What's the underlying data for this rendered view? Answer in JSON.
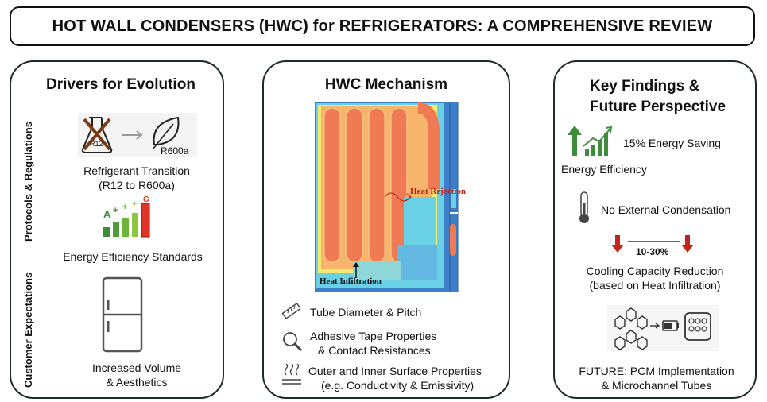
{
  "title": "HOT WALL CONDENSERS (HWC) for REFRIGERATORS: A COMPREHENSIVE REVIEW",
  "left_panel": {
    "title": "Drivers for Evolution",
    "side_labels": [
      "Protocols & Regulations",
      "Customer Expectations"
    ],
    "refrigerant": {
      "old": "R12",
      "new": "R600a",
      "caption_line1": "Refrigerant Transition",
      "caption_line2": "(R12 to R600a)"
    },
    "energy_label": {
      "grades": [
        "A",
        "+",
        "+",
        "+"
      ],
      "top_grade": "G",
      "caption": "Energy Efficiency Standards"
    },
    "fridge": {
      "caption_line1": "Increased Volume",
      "caption_line2": "& Aesthetics"
    }
  },
  "middle_panel": {
    "title": "HWC Mechanism",
    "heat_rejection": "Heat Rejection",
    "heat_infiltration": "Heat Infiltration",
    "items": [
      {
        "icon": "ruler-icon",
        "line1": "Tube Diameter & Pitch",
        "line2": ""
      },
      {
        "icon": "magnifier-icon",
        "line1": "Adhesive Tape Properties",
        "line2": "& Contact Resistances"
      },
      {
        "icon": "heat-surface-icon",
        "line1": "Outer and Inner Surface Properties",
        "line2": "(e.g. Conductivity & Emissivity)"
      }
    ]
  },
  "right_panel": {
    "title_line1": "Key Findings &",
    "title_line2": "Future Perspective",
    "energy_saving": "15% Energy Saving",
    "energy_efficiency": "Energy Efficiency",
    "no_condensation": "No External Condensation",
    "capacity_range": "10-30%",
    "capacity_line1": "Cooling Capacity Reduction",
    "capacity_line2": "(based on Heat Infiltration)",
    "future_line1": "FUTURE: PCM Implementation",
    "future_line2": "& Microchannel Tubes"
  },
  "colors": {
    "arrow_red": "#c0241b",
    "bar_green": "#3e8d3b",
    "contour_hot": "#f07a52",
    "contour_cold": "#3d7ec8"
  }
}
